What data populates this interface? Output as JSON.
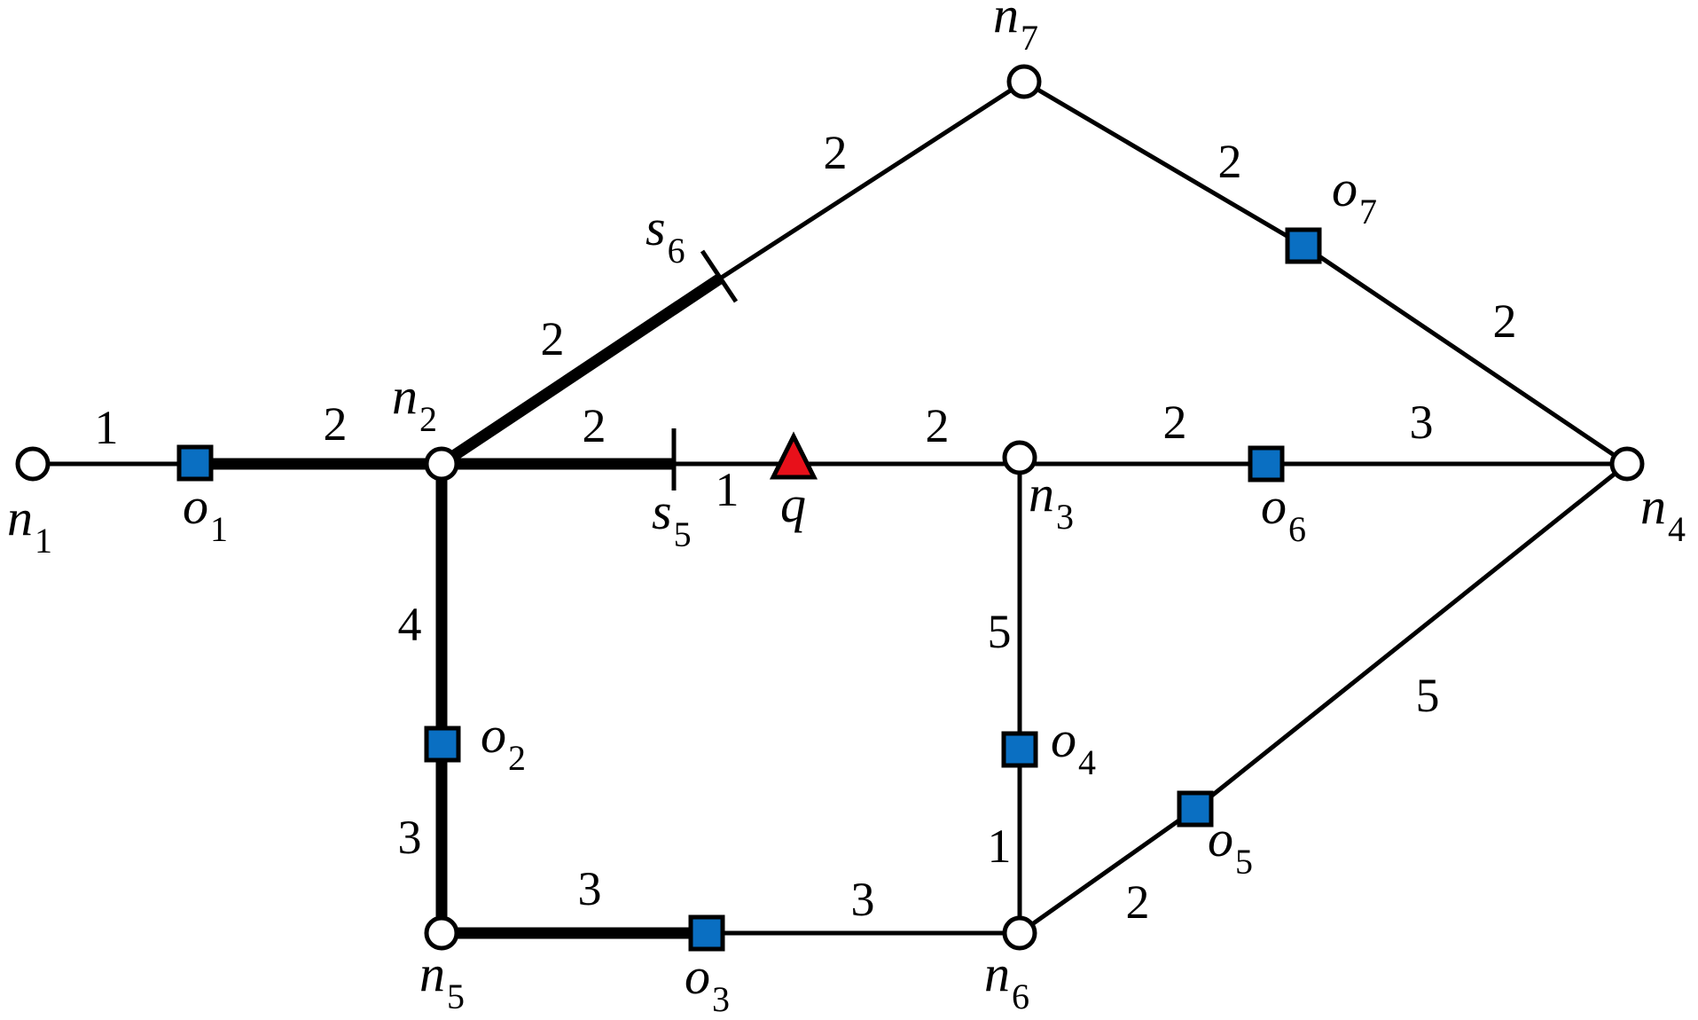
{
  "colors": {
    "line": "#000000",
    "node_fill": "#ffffff",
    "object_fill": "#0a6fc2",
    "query_fill": "#e8101a"
  },
  "nodes": [
    {
      "id": "n1",
      "letter": "n",
      "sub": "1"
    },
    {
      "id": "n2",
      "letter": "n",
      "sub": "2"
    },
    {
      "id": "n3",
      "letter": "n",
      "sub": "3"
    },
    {
      "id": "n4",
      "letter": "n",
      "sub": "4"
    },
    {
      "id": "n5",
      "letter": "n",
      "sub": "5"
    },
    {
      "id": "n6",
      "letter": "n",
      "sub": "6"
    },
    {
      "id": "n7",
      "letter": "n",
      "sub": "7"
    }
  ],
  "objects": [
    {
      "id": "o1",
      "letter": "o",
      "sub": "1"
    },
    {
      "id": "o2",
      "letter": "o",
      "sub": "2"
    },
    {
      "id": "o3",
      "letter": "o",
      "sub": "3"
    },
    {
      "id": "o4",
      "letter": "o",
      "sub": "4"
    },
    {
      "id": "o5",
      "letter": "o",
      "sub": "5"
    },
    {
      "id": "o6",
      "letter": "o",
      "sub": "6"
    },
    {
      "id": "o7",
      "letter": "o",
      "sub": "7"
    }
  ],
  "split_points": [
    {
      "id": "s5",
      "letter": "s",
      "sub": "5"
    },
    {
      "id": "s6",
      "letter": "s",
      "sub": "6"
    }
  ],
  "query": {
    "id": "q",
    "letter": "q"
  },
  "edge_weights": [
    {
      "id": "n1-o1",
      "value": "1"
    },
    {
      "id": "o1-n2",
      "value": "2"
    },
    {
      "id": "n2-s6",
      "value": "2"
    },
    {
      "id": "s6-n7",
      "value": "2"
    },
    {
      "id": "n7-o7",
      "value": "2"
    },
    {
      "id": "o7-n4",
      "value": "2"
    },
    {
      "id": "n2-s5",
      "value": "2"
    },
    {
      "id": "s5-q",
      "value": "1"
    },
    {
      "id": "q-n3",
      "value": "2"
    },
    {
      "id": "n3-o6",
      "value": "2"
    },
    {
      "id": "o6-n4",
      "value": "3"
    },
    {
      "id": "n2-o2",
      "value": "4"
    },
    {
      "id": "o2-n5",
      "value": "3"
    },
    {
      "id": "n5-o3",
      "value": "3"
    },
    {
      "id": "o3-n6",
      "value": "3"
    },
    {
      "id": "n3-o4",
      "value": "5"
    },
    {
      "id": "o4-n6",
      "value": "1"
    },
    {
      "id": "n6-o5",
      "value": "2"
    },
    {
      "id": "o5-n4",
      "value": "5"
    }
  ]
}
